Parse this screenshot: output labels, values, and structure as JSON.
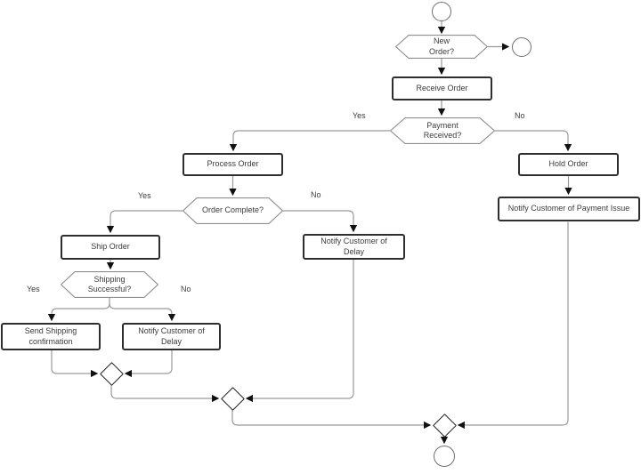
{
  "diagram_type": "flowchart",
  "colors": {
    "background": "#ffffff",
    "box_border": "#2e2e2e",
    "decision_border": "#8f8f8f",
    "connector_line": "#9a9a9a",
    "arrowhead": "#111111",
    "text": "#3b3b3b"
  },
  "nodes": {
    "start": {
      "type": "start-circle"
    },
    "new_order": {
      "label": "New\nOrder?"
    },
    "end_top": {
      "type": "end-circle"
    },
    "receive_order": {
      "label": "Receive Order"
    },
    "payment_received": {
      "label": "Payment\nReceived?"
    },
    "process_order": {
      "label": "Process Order"
    },
    "hold_order": {
      "label": "Hold Order"
    },
    "order_complete": {
      "label": "Order Complete?"
    },
    "notify_payment_issue": {
      "label": "Notify Customer of Payment Issue"
    },
    "ship_order": {
      "label": "Ship Order"
    },
    "notify_delay_branch": {
      "label": "Notify Customer of\nDelay"
    },
    "shipping_successful": {
      "label": "Shipping\nSuccessful?"
    },
    "send_shipping_confirmation": {
      "label": "Send Shipping\nconfirmation"
    },
    "notify_delay_shipping": {
      "label": "Notify Customer of\nDelay"
    },
    "merge_1": {
      "type": "merge-diamond"
    },
    "merge_2": {
      "type": "merge-diamond"
    },
    "merge_3": {
      "type": "merge-diamond"
    },
    "end_bottom": {
      "type": "end-circle"
    }
  },
  "edge_labels": {
    "payment_yes": "Yes",
    "payment_no": "No",
    "order_yes": "Yes",
    "order_no": "No",
    "shipping_yes": "Yes",
    "shipping_no": "No"
  }
}
